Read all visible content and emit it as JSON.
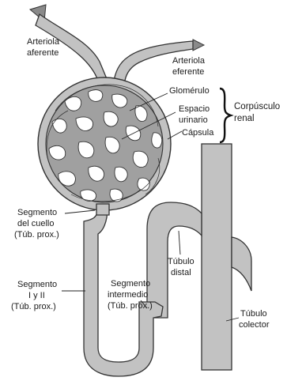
{
  "labels": {
    "afferent_arteriole": [
      "Arteriola",
      "aferente"
    ],
    "efferent_arteriole": [
      "Arteriola",
      "eferente"
    ],
    "glomerulus": "Glomérulo",
    "urinary_space": [
      "Espacio",
      "urinario"
    ],
    "capsule": "Cápsula",
    "renal_corpuscle": [
      "Corpúsculo",
      "renal"
    ],
    "neck_segment": [
      "Segmento",
      "del cuello",
      "(Túb. prox.)"
    ],
    "segment_1_2": [
      "Segmento",
      "I y II",
      "(Túb. prox.)"
    ],
    "intermediate_segment": [
      "Segmento",
      "intermedio",
      "(Túb. prox.)"
    ],
    "distal_tubule": [
      "Túbulo",
      "distal"
    ],
    "collecting_tubule": [
      "Túbulo",
      "colector"
    ]
  },
  "colors": {
    "tube_fill": "#c2c2c2",
    "outline": "#333333",
    "capillary_fill": "#a0a0a0",
    "space_fill": "#ffffff",
    "arrow_fill": "#8a8a8a"
  }
}
